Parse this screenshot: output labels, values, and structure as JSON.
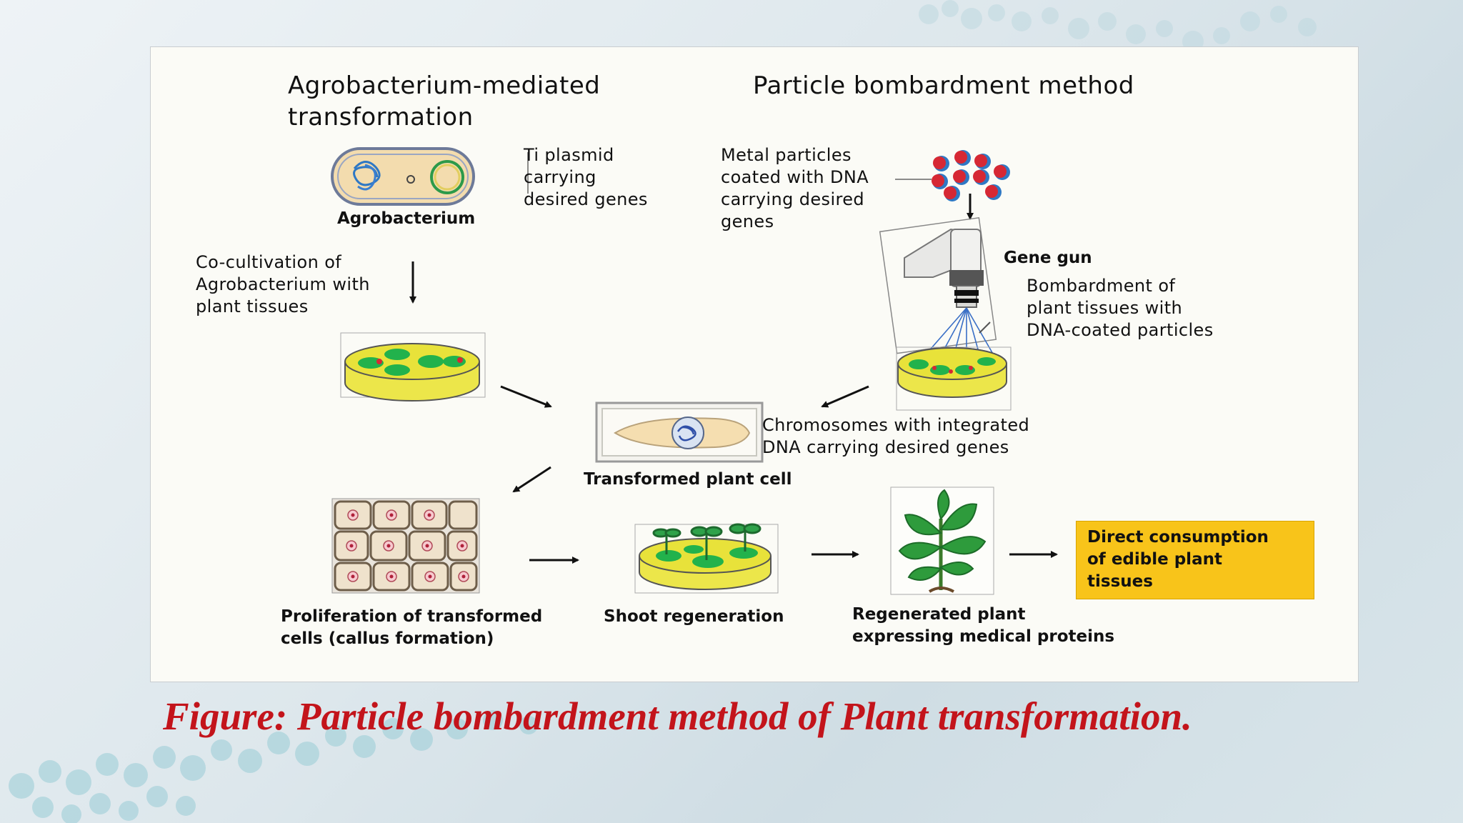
{
  "diagram": {
    "left_title": "Agrobacterium-mediated\ntransformation",
    "right_title": "Particle bombardment method",
    "ti_plasmid_label": "Ti plasmid\ncarrying\ndesired genes",
    "agrobacterium_label": "Agrobacterium",
    "co_cultivation_label": "Co-cultivation of\nAgrobacterium with\nplant tissues",
    "metal_particles_label": "Metal particles\ncoated with DNA\ncarrying desired\ngenes",
    "gene_gun_label": "Gene gun",
    "bombardment_label": "Bombardment of\nplant tissues with\nDNA-coated particles",
    "chromosomes_label": "Chromosomes with integrated\nDNA carrying desired genes",
    "transformed_cell_label": "Transformed plant cell",
    "proliferation_label": "Proliferation of transformed\ncells (callus formation)",
    "shoot_label": "Shoot regeneration",
    "regenerated_label": "Regenerated plant\nexpressing medical proteins",
    "direct_consumption_label": "Direct consumption\nof edible plant\ntissues"
  },
  "caption": "Figure: Particle bombardment method of Plant transformation.",
  "colors": {
    "caption": "#c3141b",
    "highlight_box": "#f8c41a",
    "dish_yellow": "#e8e23a",
    "tissue_green": "#22b24c",
    "particle_red": "#d62834",
    "dna_blue": "#2f78c4"
  }
}
